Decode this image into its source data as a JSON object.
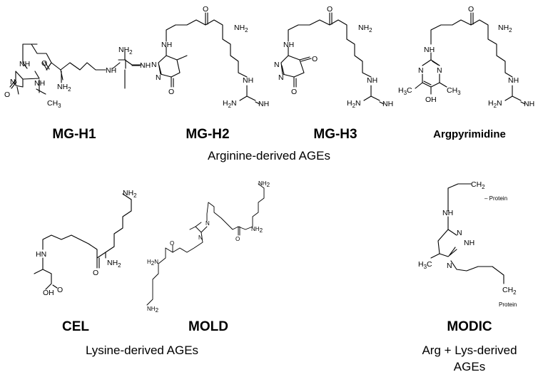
{
  "compounds": {
    "mgh1": {
      "name": "MG-H1",
      "atoms": [
        "NH",
        "N",
        "NH",
        "O",
        "CH",
        "3",
        "O",
        "NH",
        "2",
        "NH",
        "NH",
        "2",
        "NH"
      ]
    },
    "mgh2": {
      "name": "MG-H2",
      "atoms": [
        "O",
        "NH",
        "2",
        "NH",
        "N",
        "N",
        "O",
        "NH",
        "H",
        "2",
        "N",
        "NH"
      ]
    },
    "mgh3": {
      "name": "MG-H3",
      "atoms": [
        "O",
        "NH",
        "2",
        "NH",
        "N",
        "N",
        "O",
        "O",
        "NH",
        "H",
        "2",
        "N",
        "NH"
      ]
    },
    "argpyrimidine": {
      "name": "Argpyrimidine",
      "atoms": [
        "O",
        "NH",
        "2",
        "NH",
        "N",
        "N",
        "H",
        "3",
        "C",
        "CH",
        "3",
        "OH",
        "NH",
        "H",
        "2",
        "N",
        "NH"
      ]
    },
    "cel": {
      "name": "CEL",
      "atoms": [
        "NH",
        "2",
        "HN",
        "O",
        "NH",
        "2",
        "O",
        "OH"
      ]
    },
    "mold": {
      "name": "MOLD",
      "atoms": [
        "NH",
        "2",
        "N",
        "N",
        "O",
        "NH",
        "2",
        "O",
        "H",
        "2",
        "N",
        "NH",
        "2"
      ]
    },
    "modic": {
      "name": "MODIC",
      "atoms": [
        "CH",
        "2",
        "– Protein",
        "NH",
        "N",
        "NH",
        "H",
        "3",
        "C",
        "N",
        "CH",
        "2",
        "Protein"
      ]
    }
  },
  "groups": {
    "arginine": "Arginine-derived AGEs",
    "lysine": "Lysine-derived AGEs",
    "arg_lys_line1": "Arg + Lys-derived",
    "arg_lys_line2": "AGEs"
  }
}
